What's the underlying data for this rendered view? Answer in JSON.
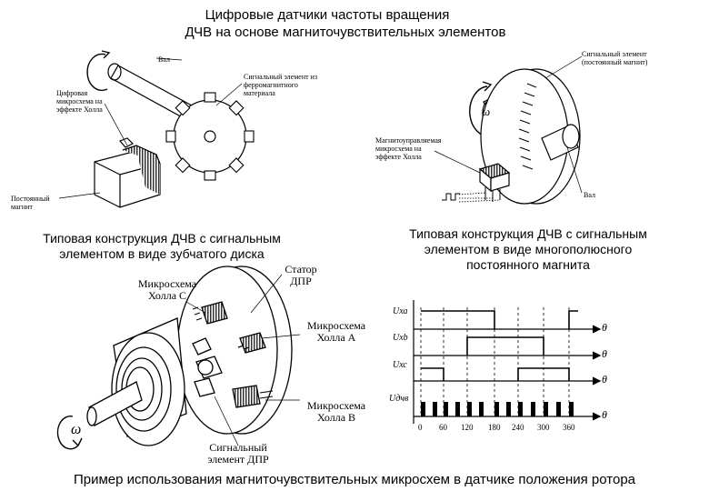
{
  "header": {
    "title_line1": "Цифровые датчики частоты вращения",
    "title_line2": "ДЧВ на основе магниточувствительных элементов"
  },
  "figure_tl": {
    "label_shaft": "Вал",
    "label_hall_chip": "Цифровая микросхема на эффекте Холла",
    "label_signal_element": "Сигнальный элемент из ферромагнитного материала",
    "label_permanent_magnet": "Постоянный магнит",
    "caption": "Типовая конструкция ДЧВ с сигнальным элементом в виде зубчатого диска"
  },
  "figure_tr": {
    "label_signal_element": "Сигнальный элемент (постоянный магнит)",
    "label_omega": "ω",
    "label_magnetic_chip": "Магнитоуправляемая микросхема на эффекте Холла",
    "label_shaft": "Вал",
    "caption": "Типовая конструкция ДЧВ с сигнальным элементом в виде многополюсного постоянного магнита"
  },
  "figure_bl": {
    "label_hall_c": "Микросхема Холла C",
    "label_stator": "Статор ДПР",
    "label_hall_a": "Микросхема Холла A",
    "label_hall_b": "Микросхема Холла B",
    "label_signal_element": "Сигнальный элемент ДПР",
    "label_omega": "ω"
  },
  "timing_diagram": {
    "signal_labels": [
      "Uха",
      "Uхb",
      "Uхс",
      "Uдчв"
    ],
    "axis_label": "θ",
    "tick_labels": [
      "0",
      "60",
      "120",
      "180",
      "240",
      "300",
      "360"
    ]
  },
  "footer": {
    "caption": "Пример использования магниточувствительных микросхем в датчике положения ротора"
  }
}
